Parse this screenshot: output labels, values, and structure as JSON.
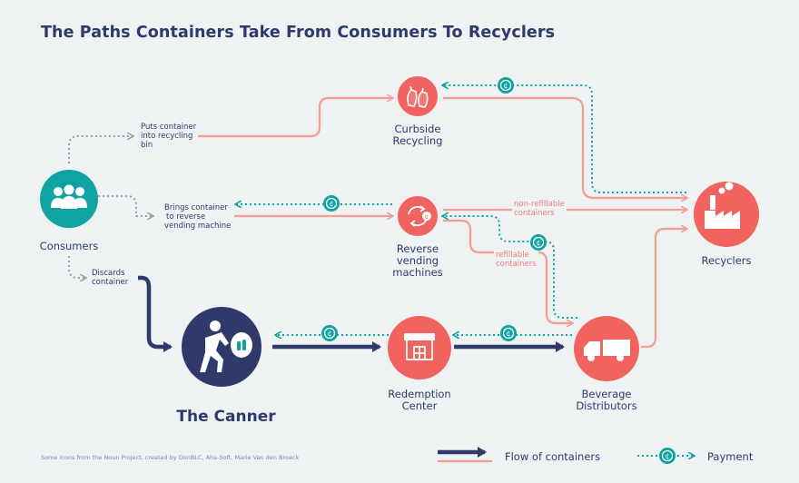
{
  "title": "The Paths Containers Take From Consumers To Recyclers",
  "colors": {
    "navy": "#2f3a6b",
    "coral": "#f0635f",
    "salmon": "#f49d92",
    "teal": "#10a3a1",
    "grey": "#9aa0a8",
    "background": "#eef2f3"
  },
  "nodes": {
    "consumers": {
      "label": "Consumers",
      "icon": "people-group-icon"
    },
    "curbside": {
      "label_line1": "Curbside",
      "label_line2": "Recycling",
      "icon": "recycling-bags-icon"
    },
    "reverse": {
      "label_line1": "Reverse",
      "label_line2": "vending",
      "label_line3": "machines",
      "icon": "vending-cycle-icon"
    },
    "recyclers": {
      "label": "Recyclers",
      "icon": "factory-icon"
    },
    "canner": {
      "label": "The Canner",
      "icon": "canner-figure-icon"
    },
    "redemption": {
      "label_line1": "Redemption",
      "label_line2": "Center",
      "icon": "storefront-icon"
    },
    "distributors": {
      "label_line1": "Beverage",
      "label_line2": "Distributors",
      "icon": "truck-icon"
    }
  },
  "edge_labels": {
    "puts": [
      "Puts container",
      "into recycling",
      "bin"
    ],
    "brings": [
      "Brings container",
      "to reverse",
      "vending machine"
    ],
    "discards": [
      "Discards",
      "container"
    ],
    "non_refillable": [
      "non-refillable",
      "containers"
    ],
    "refillable": [
      "refillable",
      "containers"
    ]
  },
  "payment_symbol": "¢",
  "credits": "Some icons from the Noun Project, created by DonBLC, Aha-Soft, Marie Van den Broeck",
  "legend": {
    "flow": "Flow of containers",
    "payment": "Payment"
  }
}
